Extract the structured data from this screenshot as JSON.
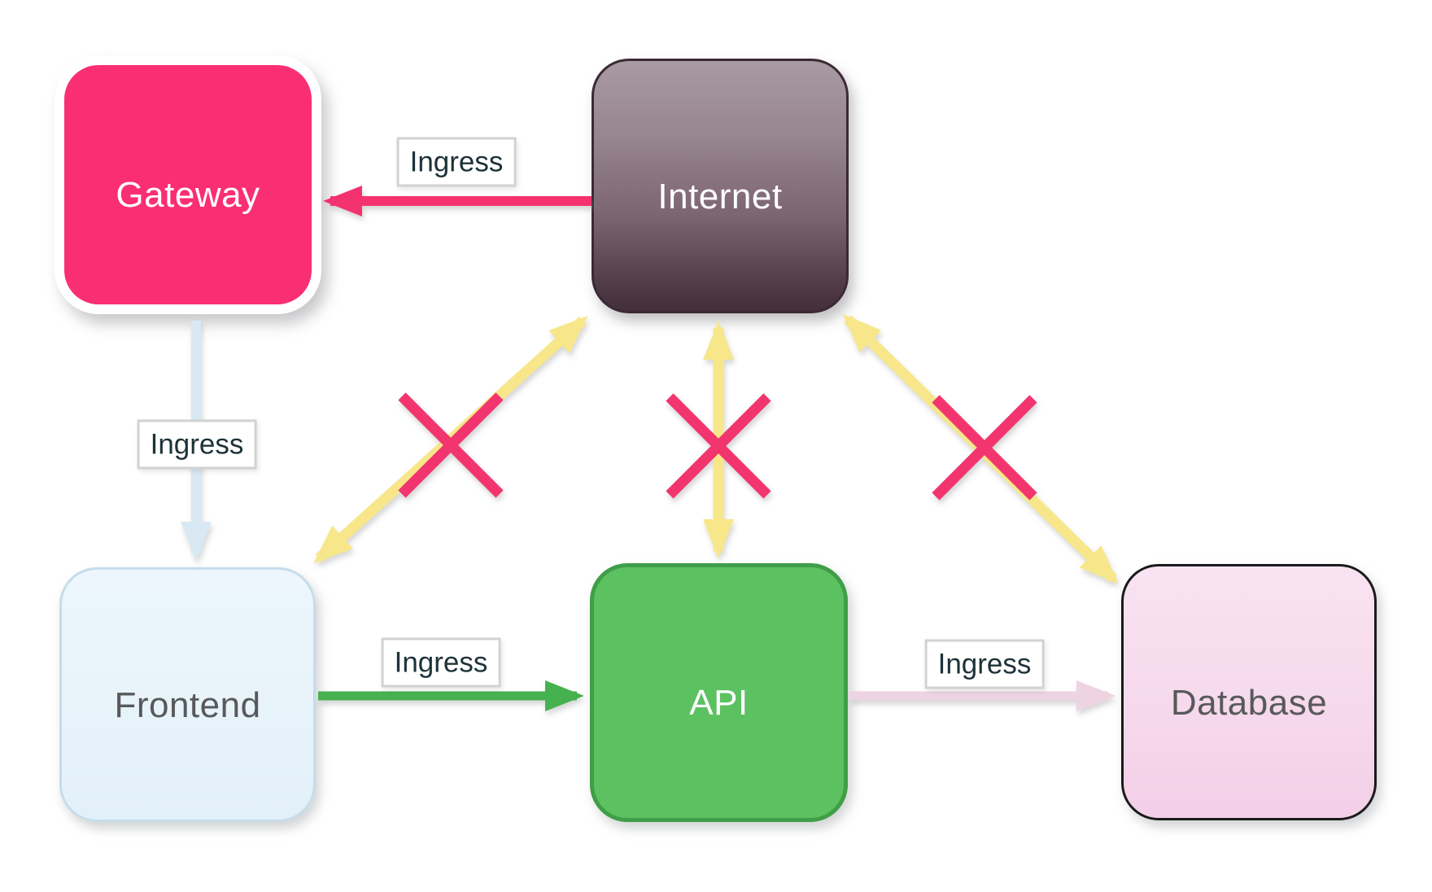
{
  "diagram": {
    "background": "#ffffff",
    "nodes": [
      {
        "id": "gateway",
        "label": "Gateway",
        "fill": "#fa2e73",
        "text_color": "#ffffff"
      },
      {
        "id": "internet",
        "label": "Internet",
        "fill_top": "#a99ba2",
        "fill_bottom": "#432e39",
        "border": "#3a2a33",
        "text_color": "#ffffff"
      },
      {
        "id": "frontend",
        "label": "Frontend",
        "fill": "#e9f4fb",
        "border": "#c6dce9",
        "text_color": "#58595b"
      },
      {
        "id": "api",
        "label": "API",
        "fill": "#5cc161",
        "border": "#3f9e47",
        "text_color": "#ffffff"
      },
      {
        "id": "database",
        "label": "Database",
        "fill_top": "#f9e3f1",
        "fill_bottom": "#f3cfe7",
        "border": "#1a1a1a",
        "text_color": "#58595b"
      }
    ],
    "edges": [
      {
        "from": "internet",
        "to": "gateway",
        "label": "Ingress",
        "style": "allowed",
        "color": "#f5336f"
      },
      {
        "from": "gateway",
        "to": "frontend",
        "label": "Ingress",
        "style": "allowed",
        "color": "#d9e9f3"
      },
      {
        "from": "frontend",
        "to": "api",
        "label": "Ingress",
        "style": "allowed",
        "color": "#45b150"
      },
      {
        "from": "api",
        "to": "database",
        "label": "Ingress",
        "style": "allowed",
        "color": "#eed3e3"
      },
      {
        "from": "internet",
        "to": "frontend",
        "style": "blocked",
        "bidirectional": true,
        "color": "#f7e78a",
        "cross_color": "#f2356e"
      },
      {
        "from": "internet",
        "to": "api",
        "style": "blocked",
        "bidirectional": true,
        "color": "#f7e78a",
        "cross_color": "#f2356e"
      },
      {
        "from": "internet",
        "to": "database",
        "style": "blocked",
        "bidirectional": true,
        "color": "#f7e78a",
        "cross_color": "#f2356e"
      }
    ],
    "edge_label_text_color": "#1d3239",
    "edge_label_border": "#d2d2d2"
  }
}
